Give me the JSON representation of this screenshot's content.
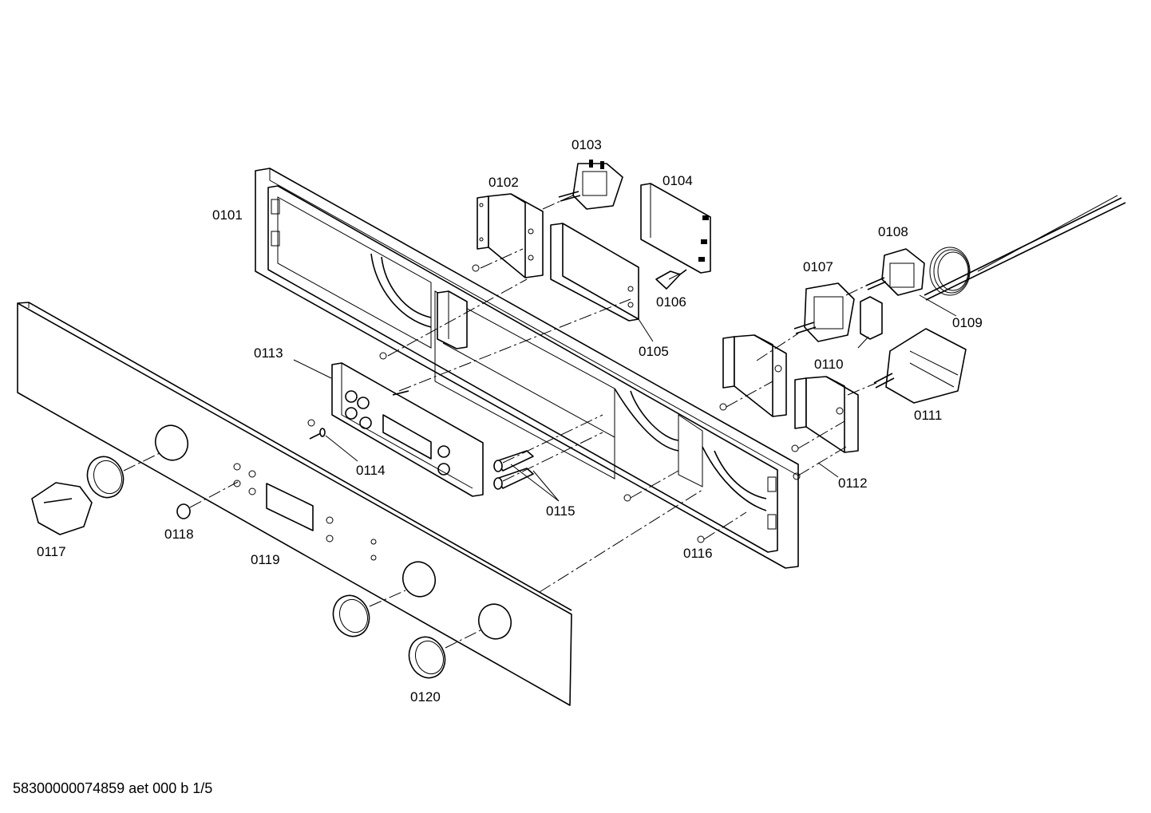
{
  "diagram": {
    "parts": [
      {
        "id": "p0101",
        "label": "0101"
      },
      {
        "id": "p0102",
        "label": "0102"
      },
      {
        "id": "p0103",
        "label": "0103"
      },
      {
        "id": "p0104",
        "label": "0104"
      },
      {
        "id": "p0105",
        "label": "0105"
      },
      {
        "id": "p0106",
        "label": "0106"
      },
      {
        "id": "p0107",
        "label": "0107"
      },
      {
        "id": "p0108",
        "label": "0108"
      },
      {
        "id": "p0109",
        "label": "0109"
      },
      {
        "id": "p0110",
        "label": "0110"
      },
      {
        "id": "p0111",
        "label": "0111"
      },
      {
        "id": "p0112",
        "label": "0112"
      },
      {
        "id": "p0113",
        "label": "0113"
      },
      {
        "id": "p0114",
        "label": "0114"
      },
      {
        "id": "p0115",
        "label": "0115"
      },
      {
        "id": "p0116",
        "label": "0116"
      },
      {
        "id": "p0117",
        "label": "0117"
      },
      {
        "id": "p0118",
        "label": "0118"
      },
      {
        "id": "p0119",
        "label": "0119"
      },
      {
        "id": "p0120",
        "label": "0120"
      }
    ]
  },
  "footer": {
    "code": "58300000074859 aet 000 b 1/5"
  }
}
